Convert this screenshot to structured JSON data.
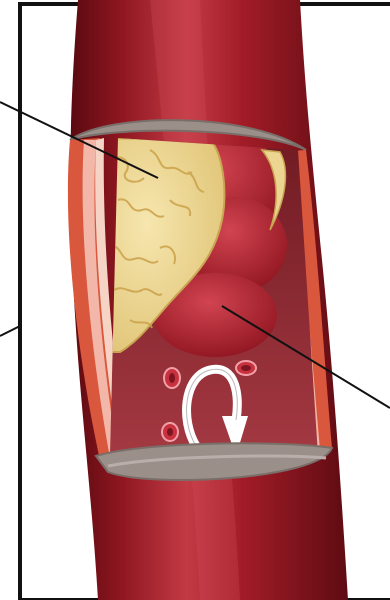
{
  "figure": {
    "subject": "blood-vessel-cross-section",
    "parts": [
      "artery",
      "vessel-wall",
      "plaque",
      "blood-clot",
      "red-blood-cells",
      "flow-arrow",
      "leader-lines"
    ]
  },
  "colors": {
    "background": "#ffffff",
    "frame": "#111111",
    "artery_dark": "#6e0f16",
    "artery_mid": "#a61d28",
    "artery_light": "#c9404a",
    "wall_orange": "#d9573c",
    "wall_pink": "#f2b7a8",
    "plaque": "#ecd591",
    "plaque_line": "#caa24a",
    "clot": "#b3222e",
    "lumen": "#8f2a33",
    "cut_rim": "#9b8f8a",
    "arrow": "#ffffff"
  }
}
